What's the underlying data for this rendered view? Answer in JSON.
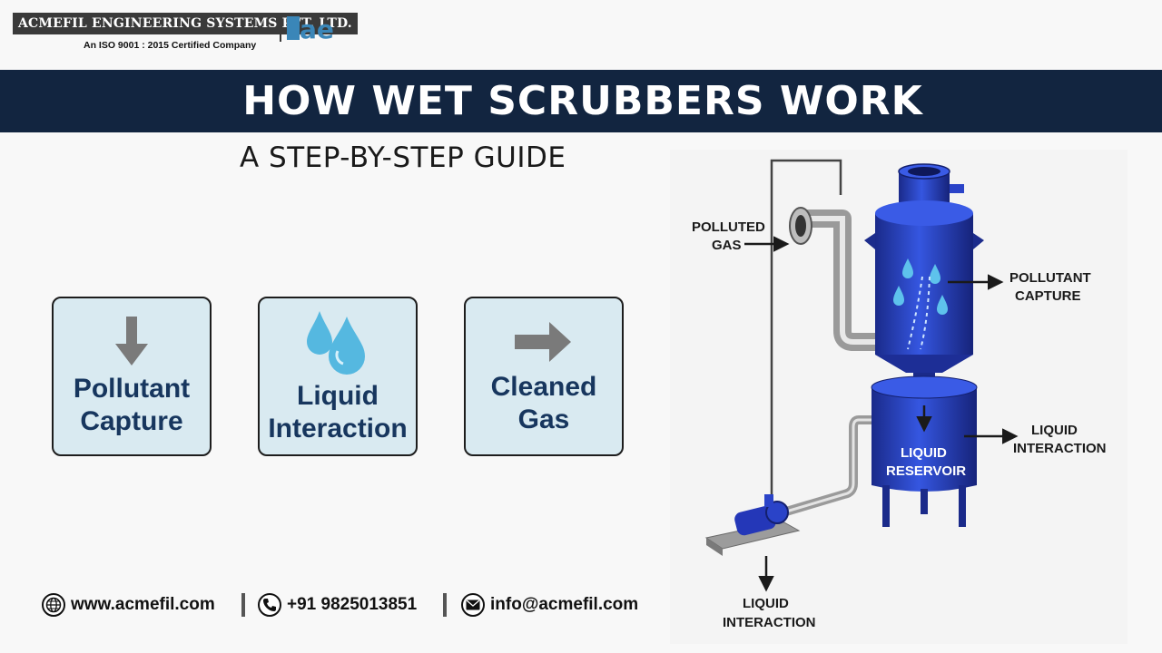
{
  "brand": {
    "name": "ACMEFIL ENGINEERING SYSTEMS PVT. LTD.",
    "tagline": "An ISO 9001 : 2015 Certified Company",
    "mark_text": "ae",
    "mark_tm": "™"
  },
  "title": "HOW WET SCRUBBERS WORK",
  "subtitle": "A STEP-BY-STEP GUIDE",
  "cards": [
    {
      "label_line1": "Pollutant",
      "label_line2": "Capture",
      "icon": "down-arrow-icon"
    },
    {
      "label_line1": "Liquid",
      "label_line2": "Interaction",
      "icon": "droplets-icon"
    },
    {
      "label_line1": "Cleaned",
      "label_line2": "Gas",
      "icon": "right-arrow-icon"
    }
  ],
  "contact": {
    "website": "www.acmefil.com",
    "phone": "+91 9825013851",
    "email": "info@acmefil.com"
  },
  "diagram": {
    "polluted_gas": [
      "POLLUTED",
      "GAS"
    ],
    "pollutant_capture": [
      "POLLUTANT",
      "CAPTURE"
    ],
    "liquid_interaction_right": [
      "LIQUID",
      "INTERACTION"
    ],
    "reservoir": [
      "LIQUID",
      "RESERVOIR"
    ],
    "liquid_interaction_bottom": [
      "LIQUID",
      "INTERACTION"
    ]
  },
  "colors": {
    "banner": "#122540",
    "card_bg": "#d9eaf1",
    "card_text": "#17365e",
    "vessel_blue": "#2a43c8"
  }
}
